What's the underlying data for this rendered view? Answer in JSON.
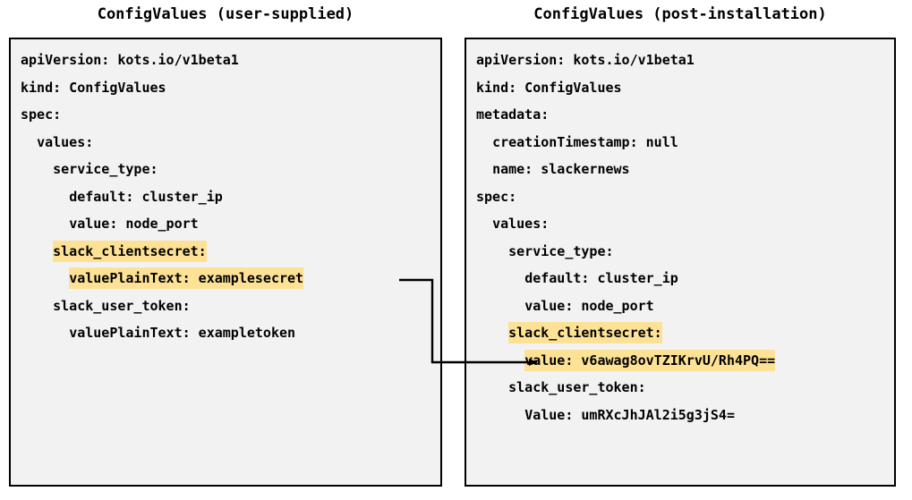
{
  "diagram": {
    "title_left": "ConfigValues (user-supplied)",
    "title_right": "ConfigValues (post-installation)",
    "highlight_color": "#fde296",
    "box_background": "#f2f2f2",
    "border_color": "#000000",
    "text_color": "#000000"
  },
  "left_panel": {
    "title": "ConfigValues (user-supplied)",
    "lines": [
      {
        "indent": 0,
        "text": "apiVersion: kots.io/v1beta1",
        "highlight": false
      },
      {
        "indent": 0,
        "text": "kind: ConfigValues",
        "highlight": false
      },
      {
        "indent": 0,
        "text": "spec:",
        "highlight": false
      },
      {
        "indent": 1,
        "text": "values:",
        "highlight": false
      },
      {
        "indent": 2,
        "text": "service_type:",
        "highlight": false
      },
      {
        "indent": 3,
        "text": "default: cluster_ip",
        "highlight": false
      },
      {
        "indent": 3,
        "text": "value: node_port",
        "highlight": false
      },
      {
        "indent": 2,
        "text": "slack_clientsecret:",
        "highlight": true
      },
      {
        "indent": 3,
        "text": "valuePlainText: examplesecret",
        "highlight": true
      },
      {
        "indent": 2,
        "text": "slack_user_token:",
        "highlight": false
      },
      {
        "indent": 3,
        "text": "valuePlainText: exampletoken",
        "highlight": false
      }
    ]
  },
  "right_panel": {
    "title": "ConfigValues (post-installation)",
    "lines": [
      {
        "indent": 0,
        "text": "apiVersion: kots.io/v1beta1",
        "highlight": false
      },
      {
        "indent": 0,
        "text": "kind: ConfigValues",
        "highlight": false
      },
      {
        "indent": 0,
        "text": "metadata:",
        "highlight": false
      },
      {
        "indent": 1,
        "text": "creationTimestamp: null",
        "highlight": false
      },
      {
        "indent": 1,
        "text": "name: slackernews",
        "highlight": false
      },
      {
        "indent": 0,
        "text": "spec:",
        "highlight": false
      },
      {
        "indent": 1,
        "text": "values:",
        "highlight": false
      },
      {
        "indent": 2,
        "text": "service_type:",
        "highlight": false
      },
      {
        "indent": 3,
        "text": "default: cluster_ip",
        "highlight": false
      },
      {
        "indent": 3,
        "text": "value: node_port",
        "highlight": false
      },
      {
        "indent": 2,
        "text": "slack_clientsecret:",
        "highlight": true
      },
      {
        "indent": 3,
        "text": "value: v6awag8ovTZIKrvU/Rh4PQ==",
        "highlight": true
      },
      {
        "indent": 2,
        "text": "slack_user_token:",
        "highlight": false
      },
      {
        "indent": 3,
        "text": "Value: umRXcJhJAl2i5g3jS4=",
        "highlight": false
      }
    ]
  },
  "connector": {
    "name": "secret-transform-arrow",
    "from_label": "valuePlainText: examplesecret",
    "to_label": "value: v6awag8ovTZIKrvU/Rh4PQ==",
    "color": "#000000"
  }
}
